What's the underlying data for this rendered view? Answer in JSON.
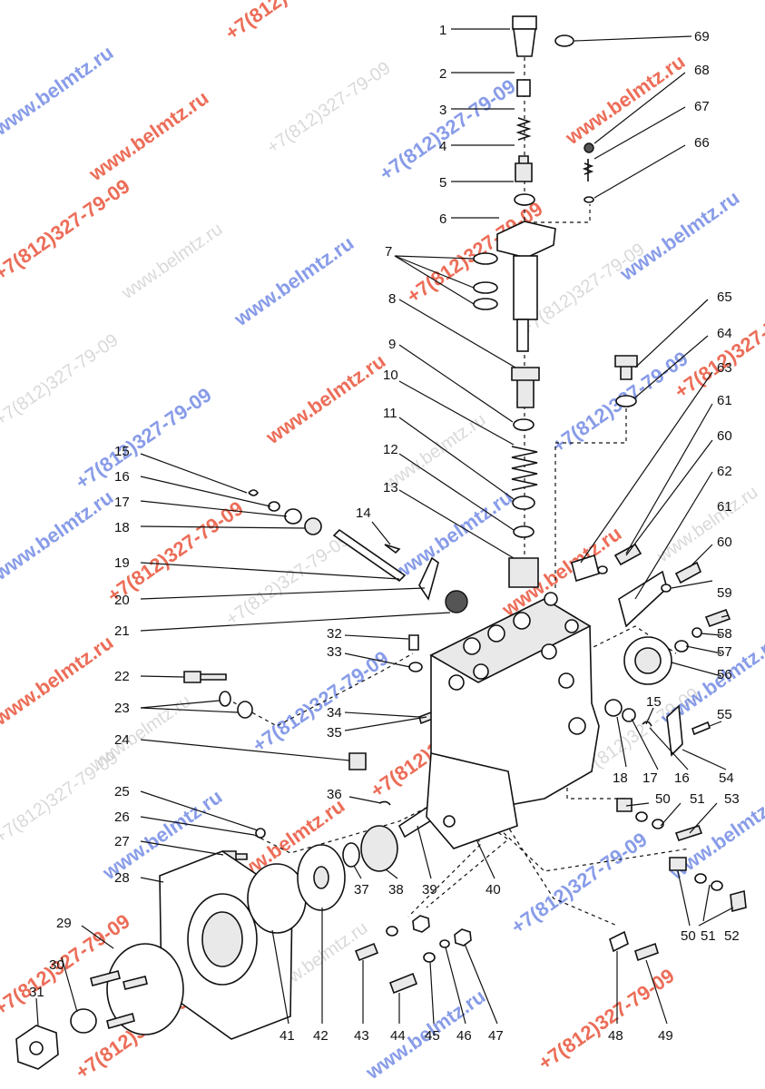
{
  "watermarks": {
    "site": "www.belmtz.ru",
    "phone": "+7(812)327-79-09"
  },
  "callouts": [
    "1",
    "2",
    "3",
    "4",
    "5",
    "6",
    "7",
    "8",
    "9",
    "10",
    "11",
    "12",
    "13",
    "14",
    "15",
    "16",
    "17",
    "18",
    "19",
    "20",
    "21",
    "22",
    "23",
    "24",
    "25",
    "26",
    "27",
    "28",
    "29",
    "30",
    "31",
    "32",
    "33",
    "34",
    "35",
    "36",
    "37",
    "38",
    "39",
    "40",
    "41",
    "42",
    "43",
    "44",
    "45",
    "46",
    "47",
    "48",
    "49",
    "50",
    "51",
    "52",
    "53",
    "54",
    "55",
    "56",
    "57",
    "58",
    "59",
    "60",
    "61",
    "62",
    "63",
    "64",
    "65",
    "66",
    "67",
    "68",
    "69"
  ],
  "repeat_callouts": [
    "15",
    "16",
    "17",
    "18",
    "50",
    "51",
    "60",
    "61"
  ]
}
